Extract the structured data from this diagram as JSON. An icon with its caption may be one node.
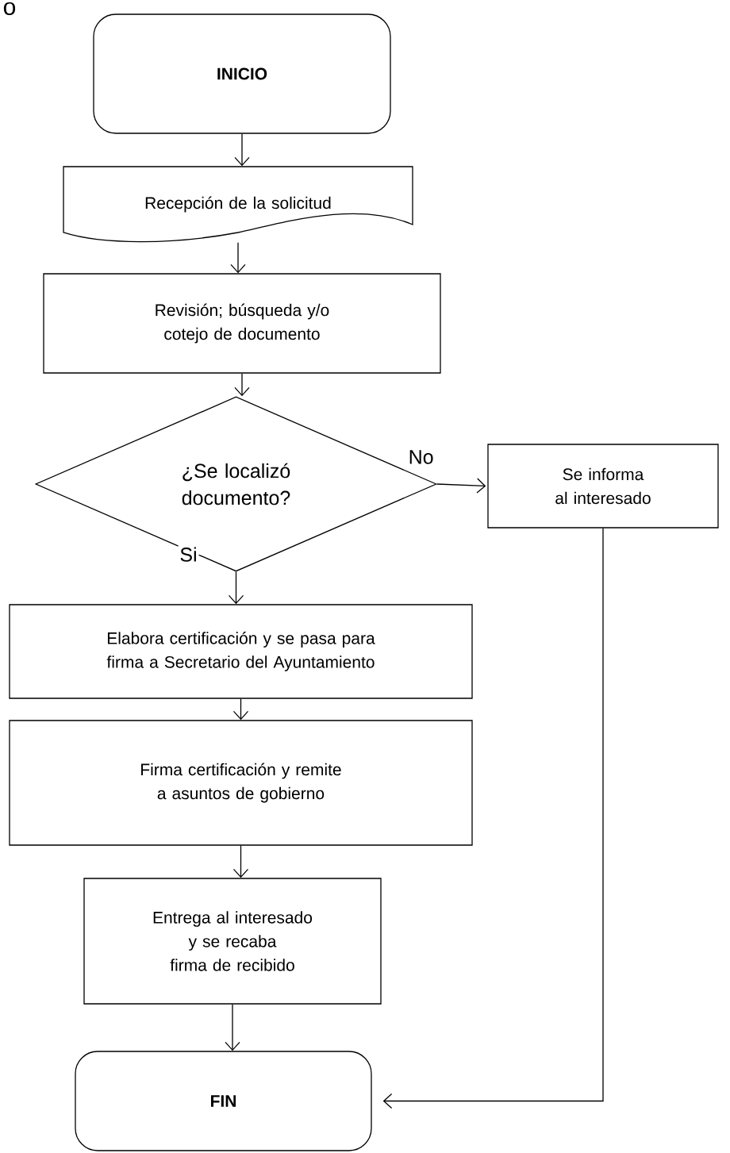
{
  "diagram": {
    "nodes": [
      {
        "text": [
          "INICIO"
        ]
      },
      {
        "text": [
          "Recepción de la solicitud"
        ]
      },
      {
        "text": [
          "Revisión; búsqueda y/o cotejo de documento"
        ]
      },
      {
        "text": [
          "¿Se localizó documento?"
        ]
      },
      {
        "text": [
          "Se informa al interesado"
        ]
      },
      {
        "text": [
          "Elabora certificación y se pasa para firma a Secretario del Ayuntamiento"
        ]
      },
      {
        "text": [
          "Firma certificación y remite a asuntos de gobierno"
        ]
      },
      {
        "text": [
          "Entrega al interesado y se recaba firma de recibido"
        ]
      },
      {
        "text": [
          "FIN"
        ]
      }
    ],
    "edges": [
      {
        "from": 0,
        "to": 1,
        "arrow": "to"
      },
      {
        "from": 1,
        "to": 2,
        "arrow": "to"
      },
      {
        "from": 2,
        "to": 3,
        "arrow": "to"
      },
      {
        "from": 3,
        "to": 4,
        "arrow": "to",
        "label": "No"
      },
      {
        "from": 3,
        "to": 5,
        "arrow": "to",
        "label": "Si"
      },
      {
        "from": 5,
        "to": 6,
        "arrow": "to"
      },
      {
        "from": 6,
        "to": 7,
        "arrow": "to"
      },
      {
        "from": 7,
        "to": 8,
        "arrow": "to"
      },
      {
        "from": 4,
        "to": 8,
        "arrow": "to"
      }
    ],
    "labels": [
      "o"
    ]
  }
}
